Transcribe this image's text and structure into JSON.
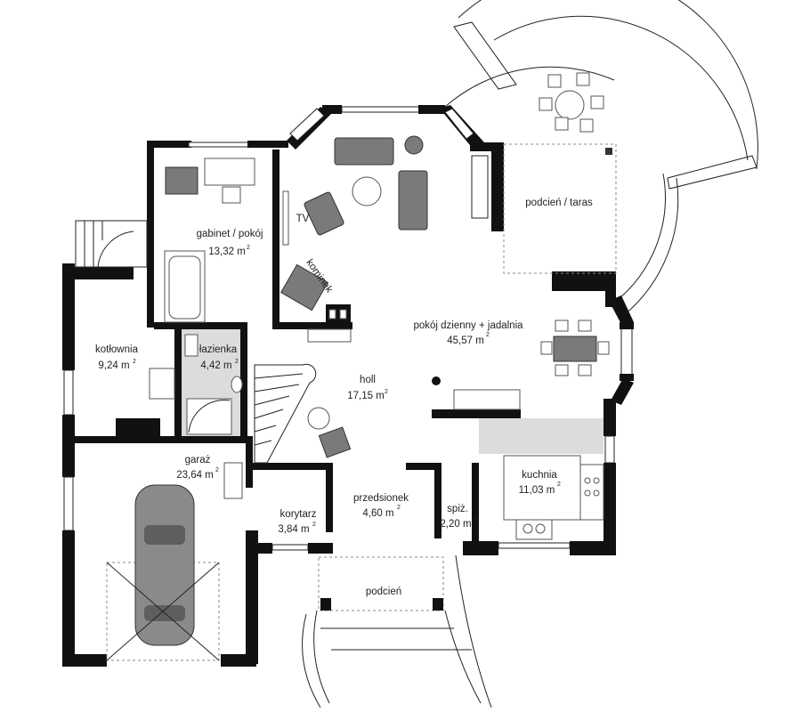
{
  "rooms": {
    "gabinet": {
      "name": "gabinet / pokój",
      "area": "13,32 m"
    },
    "kotlownia": {
      "name": "kotłownia",
      "area": "9,24 m"
    },
    "lazienka": {
      "name": "łazienka",
      "area": "4,42 m"
    },
    "holl": {
      "name": "holl",
      "area": "17,15 m"
    },
    "dzienny": {
      "name": "pokój dzienny + jadalnia",
      "area": "45,57 m"
    },
    "taras": {
      "name": "podcień / taras"
    },
    "garaz": {
      "name": "garaż",
      "area": "23,64 m"
    },
    "korytarz": {
      "name": "korytarz",
      "area": "3,84 m"
    },
    "przedsionek": {
      "name": "przedsionek",
      "area": "4,60 m"
    },
    "spiz": {
      "name": "spiż.",
      "area": "2,20 m"
    },
    "kuchnia": {
      "name": "kuchnia",
      "area": "11,03 m"
    },
    "podcien": {
      "name": "podcień"
    }
  },
  "labels": {
    "tv": "TV",
    "kominek": "kominek",
    "sq": "2"
  }
}
